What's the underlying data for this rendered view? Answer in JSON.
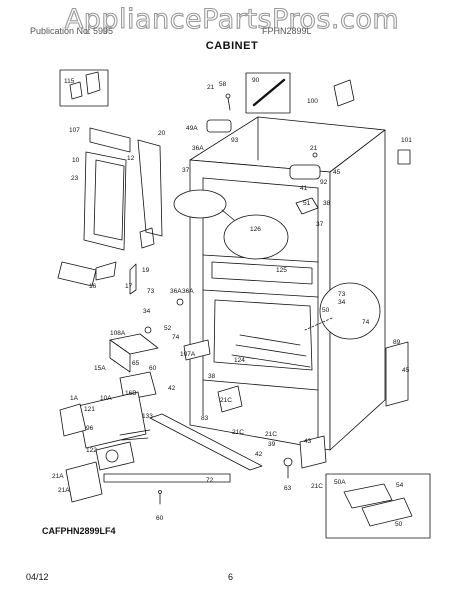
{
  "watermark": "AppliancePartsPros.com",
  "header": {
    "left_text": "Publication No: 5995",
    "right_text": "FPHN2899L",
    "section_title": "CABINET"
  },
  "part_labels": [
    "115",
    "58",
    "90",
    "21",
    "100",
    "107",
    "20",
    "49A",
    "93",
    "36A",
    "101",
    "10",
    "12",
    "21",
    "23",
    "45",
    "92",
    "37",
    "41",
    "38",
    "51",
    "37",
    "19",
    "126",
    "16",
    "17",
    "125",
    "73",
    "36A",
    "36A",
    "34",
    "52",
    "73",
    "34",
    "50",
    "74",
    "74",
    "108A",
    "89",
    "65",
    "107A",
    "15A",
    "60",
    "16B",
    "38",
    "10A",
    "42",
    "124",
    "1A",
    "121",
    "133",
    "45",
    "21C",
    "83",
    "21C",
    "21C",
    "96",
    "43",
    "122",
    "39",
    "42",
    "72",
    "63",
    "21A",
    "21C",
    "21A",
    "60",
    "50A",
    "54",
    "50"
  ],
  "diagram_code": "CAFPHN2899LF4",
  "footer": {
    "date": "04/12",
    "page": "6"
  },
  "colors": {
    "ink": "#111111",
    "watermark_outline": "#9a9a9a",
    "background": "#ffffff"
  }
}
